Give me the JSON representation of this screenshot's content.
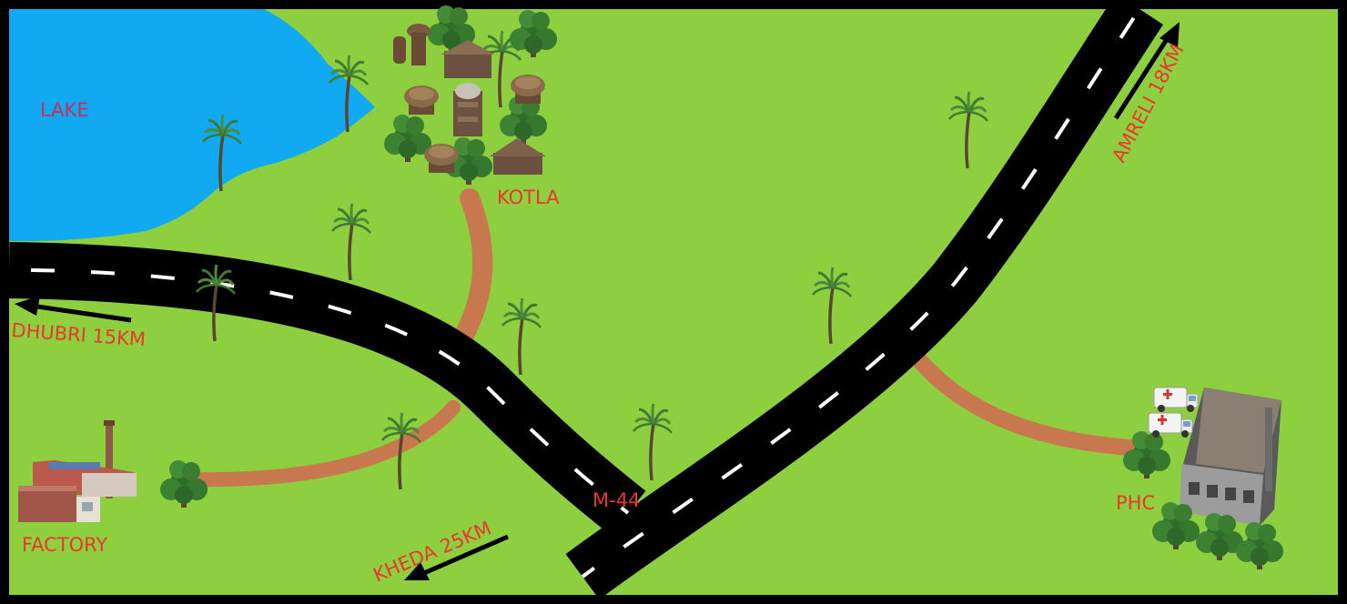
{
  "colors": {
    "frame": "#000000",
    "grass": "#8ecf3f",
    "lake": "#11a9f2",
    "road": "#000000",
    "road_dash": "#ffffff",
    "dirt_path": "#c8784f",
    "label_red": "#e8382c",
    "lake_label": "#c8305a"
  },
  "labels": {
    "lake": "LAKE",
    "village": "KOTLA",
    "factory": "FACTORY",
    "phc": "PHC",
    "junction": "M-44"
  },
  "directions": {
    "west": {
      "text": "DHUBRI 15KM",
      "arrow": "pointing-left"
    },
    "south": {
      "text": "KHEDA 25KM",
      "arrow": "pointing-down-left"
    },
    "northeast": {
      "text": "AMRELI 18KM",
      "arrow": "pointing-up-right"
    }
  },
  "icons": {
    "village": "village-huts-icon",
    "factory": "factory-icon",
    "hospital": "hospital-building-icon",
    "ambulance": "ambulance-icon",
    "palm": "palm-tree-icon",
    "tree": "bush-tree-icon"
  }
}
